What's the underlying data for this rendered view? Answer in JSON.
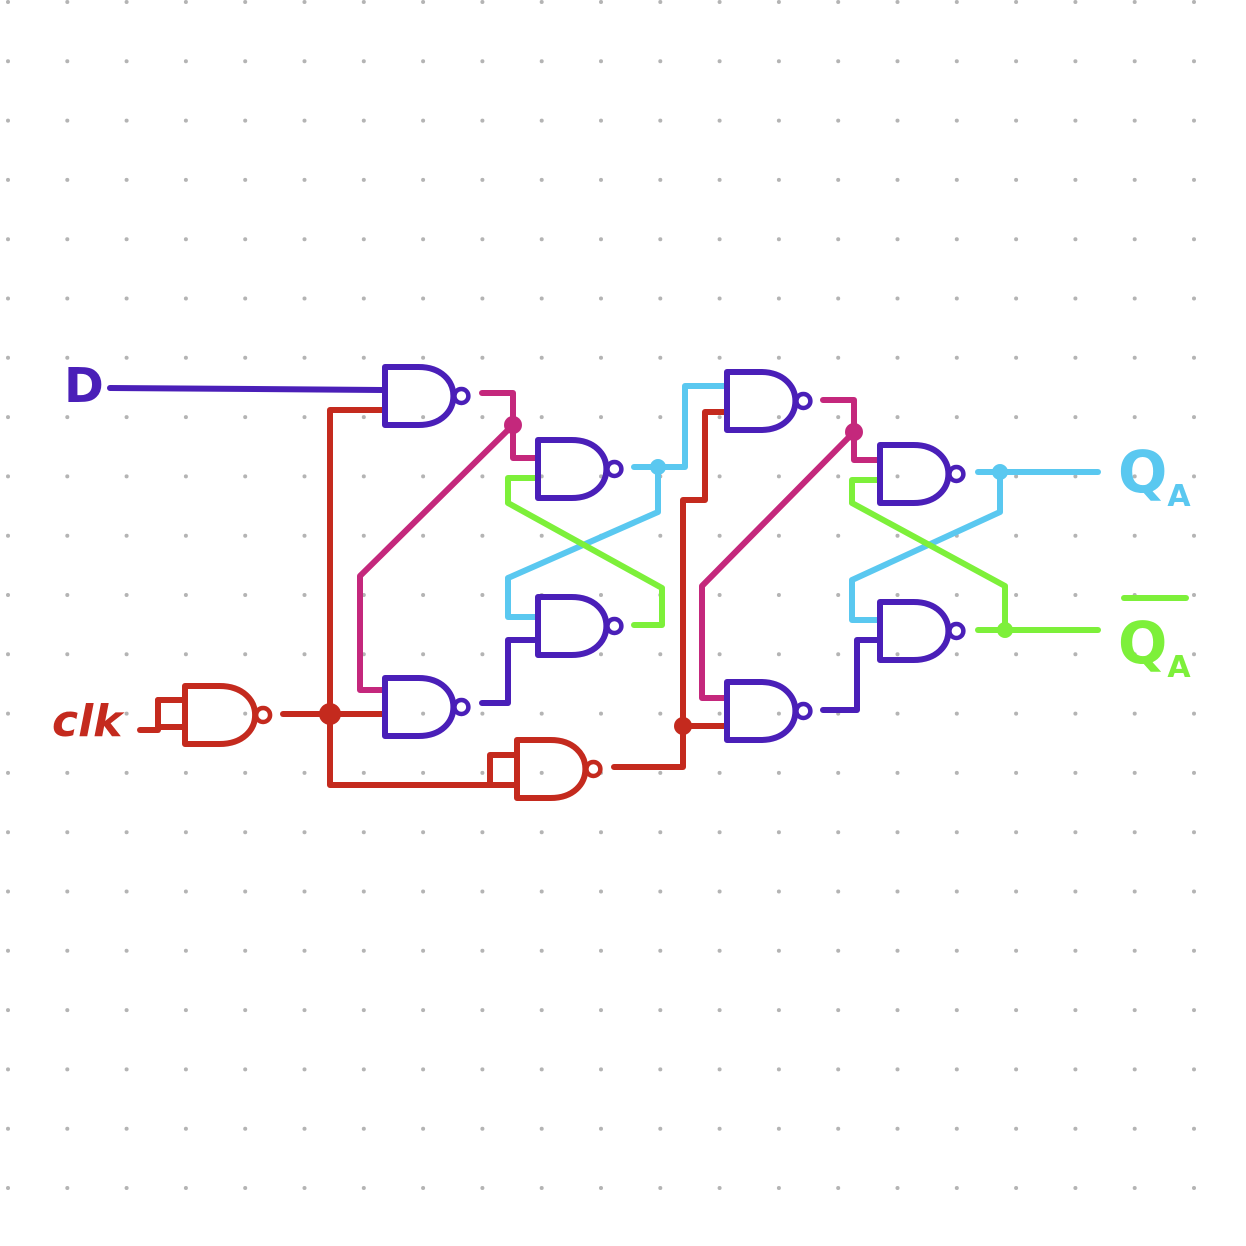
{
  "labels": {
    "d": "D",
    "clk": "clk",
    "q": "Q",
    "q_sub": "A",
    "qbar": "Q",
    "qbar_sub": "A"
  },
  "colors": {
    "background": "#ffffff",
    "grid_dot": "#b4b4b4",
    "d_wire": "#4a1fb8",
    "gates": "#4a1fb8",
    "clock": "#c42a1e",
    "magenta": "#c4287c",
    "cyan": "#5ac8f0",
    "green": "#7df03a"
  },
  "diagram": {
    "type": "master-slave D flip-flop built from NAND gates",
    "gate_count": 10
  }
}
